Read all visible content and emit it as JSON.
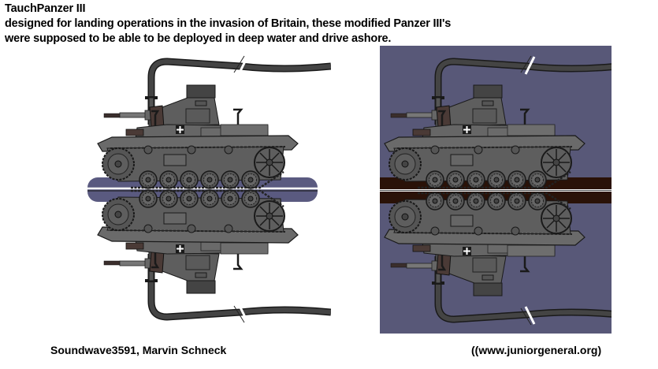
{
  "header": {
    "title": "TauchPanzer III",
    "description_line1": "designed for landing operations in the invasion of Britain, these modified Panzer III's",
    "description_line2": "were supposed to be able to be deployed in deep water and drive ashore."
  },
  "footer": {
    "authors": "Soundwave3591, Marvin Schneck",
    "source": "((www.juniorgeneral.org)"
  },
  "figures": [
    {
      "name": "tank-on-white",
      "background": "#ffffff",
      "ground": "water-pill",
      "ground_color": "#5a5a80"
    },
    {
      "name": "tank-on-blue",
      "background": "#585878",
      "ground": "earth-band",
      "ground_color": "#2a1208"
    }
  ],
  "colors": {
    "hull": "#6a6a6a",
    "hull_dark": "#4a4a4a",
    "outline": "#1a1a1a",
    "snorkel_hose": "#3a3a3a",
    "mantlet": "#4a3a36",
    "water": "#5a5a80",
    "earth": "#2a1208",
    "panel_bg": "#585878"
  }
}
